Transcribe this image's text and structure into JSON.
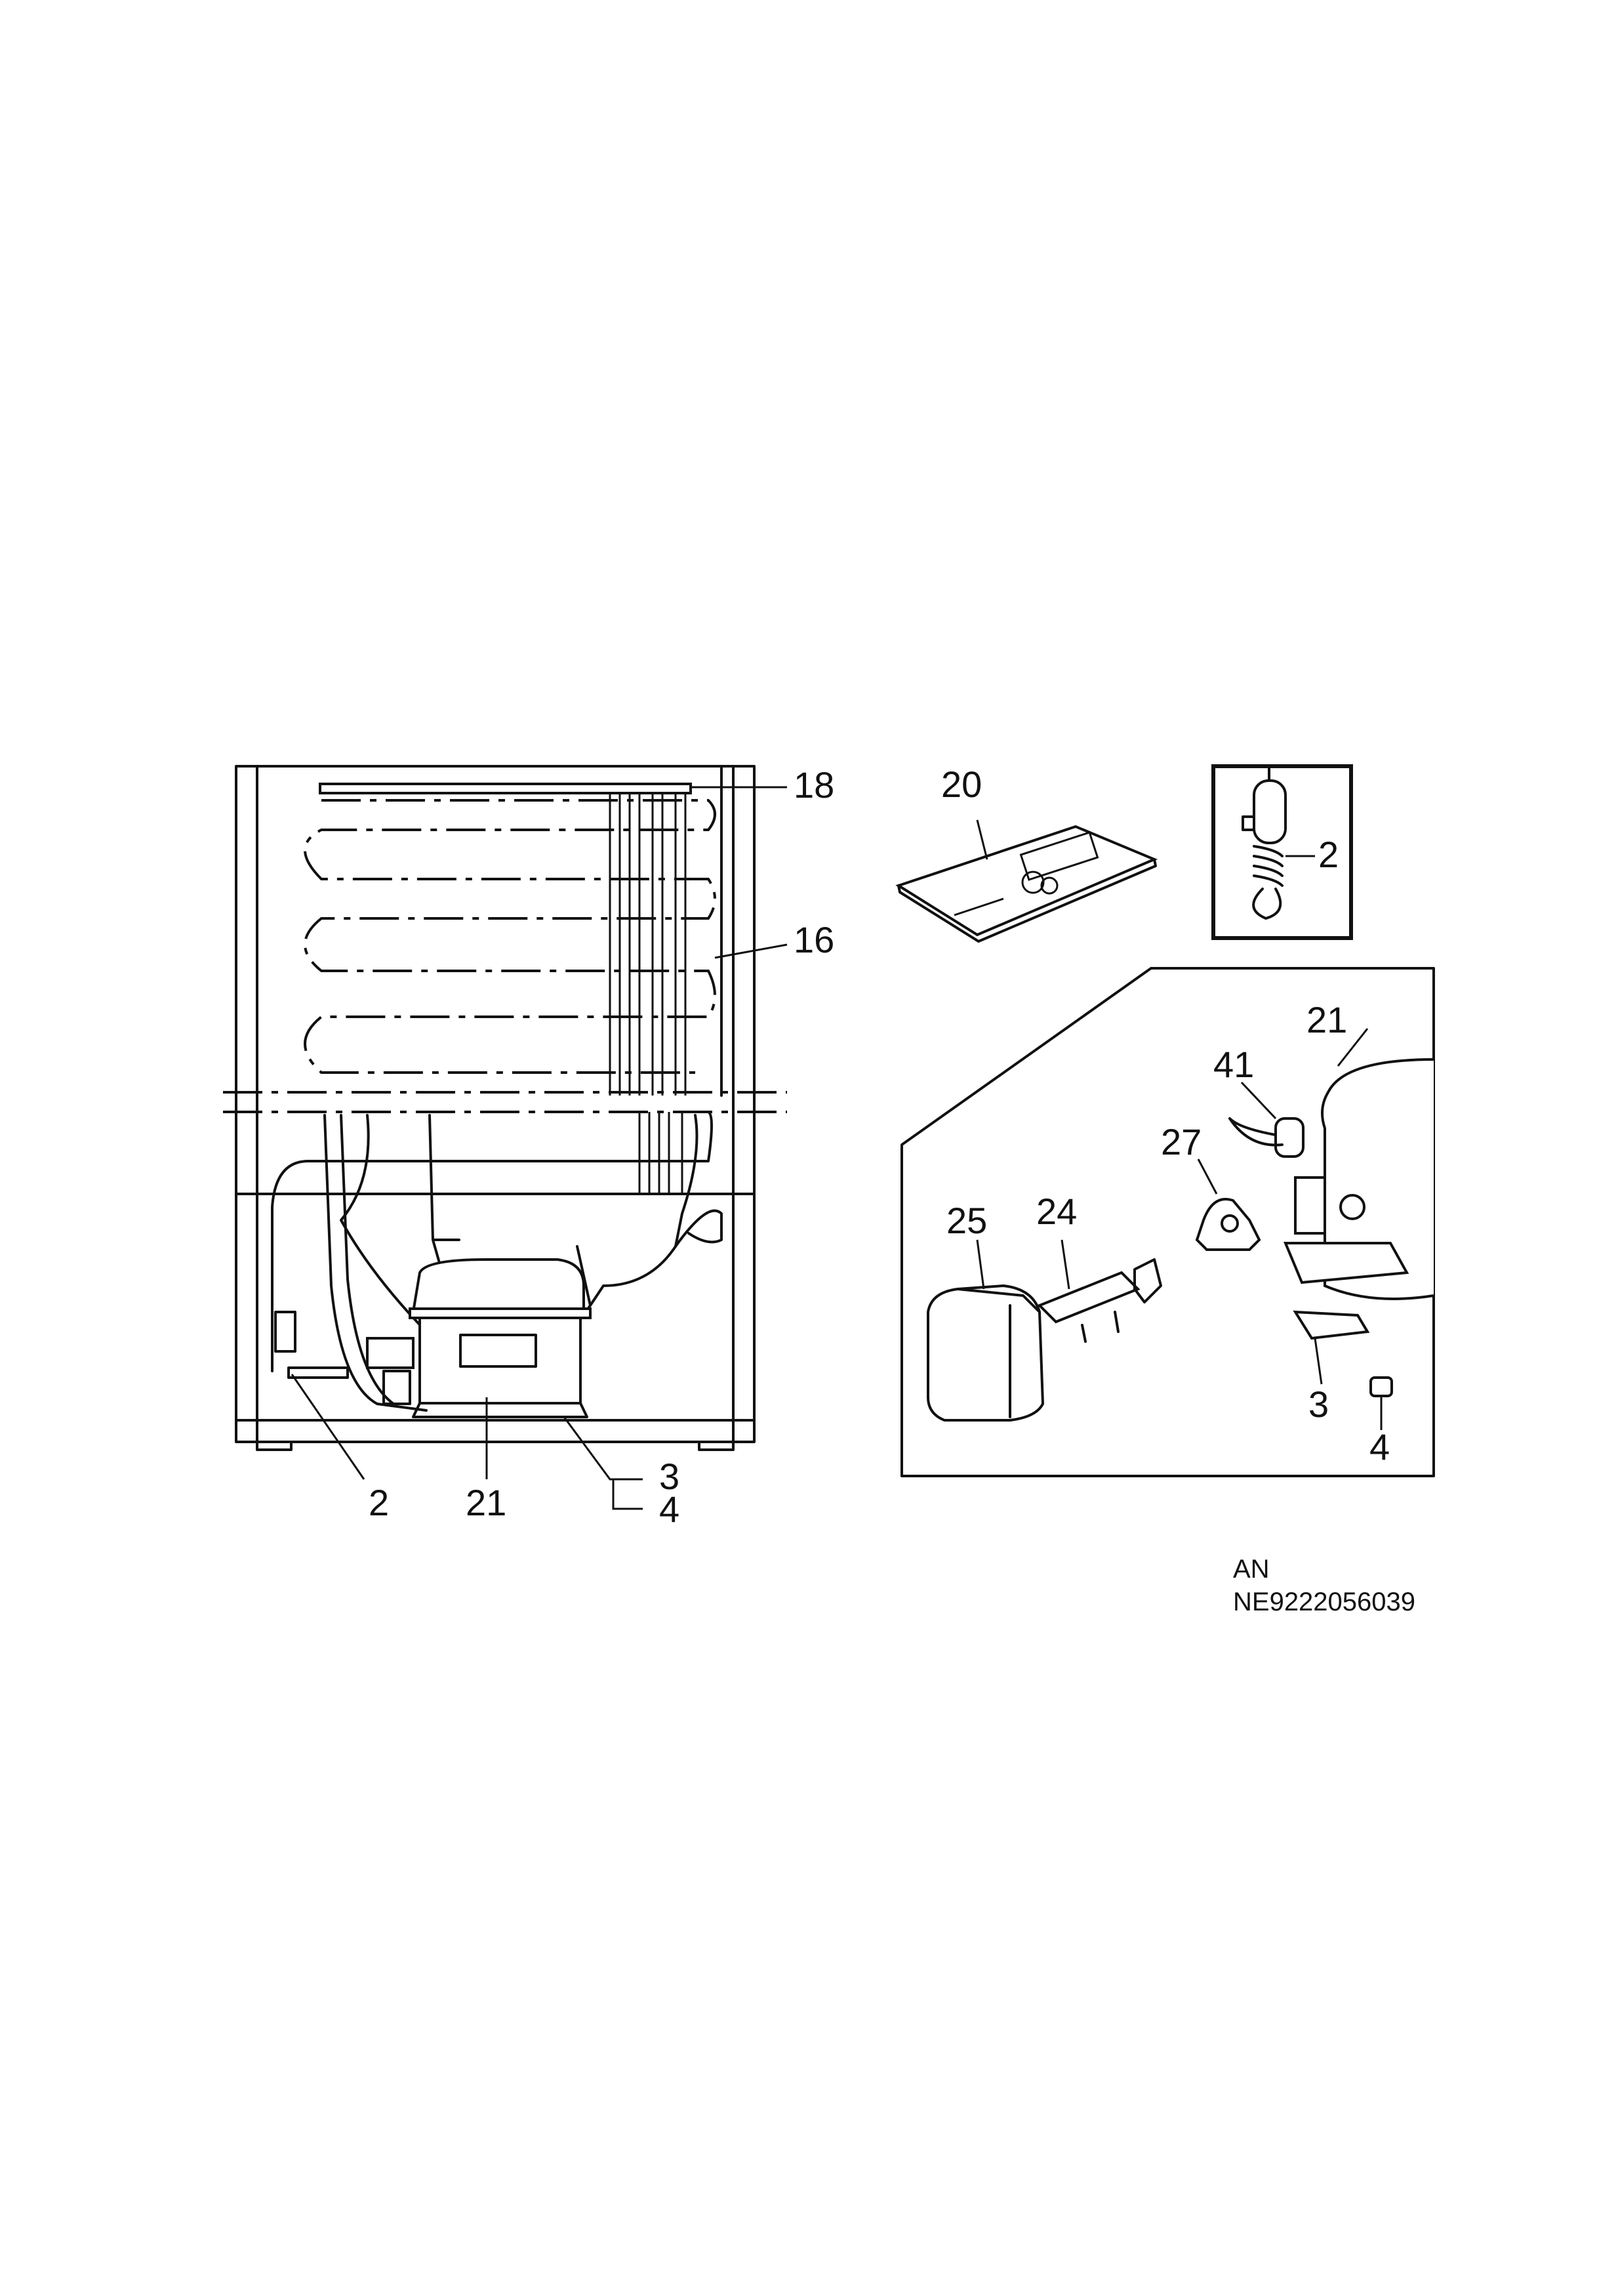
{
  "callouts": {
    "c18": "18",
    "c16": "16",
    "c2_left": "2",
    "c21_left": "21",
    "c3_left": "3",
    "c4_left": "4",
    "c20": "20",
    "c2_inset": "2",
    "c21_right": "21",
    "c41": "41",
    "c27": "27",
    "c25": "25",
    "c24": "24",
    "c3_right": "3",
    "c4_right": "4"
  },
  "footer": {
    "line1": "AN",
    "line2": "NE9222056039"
  }
}
